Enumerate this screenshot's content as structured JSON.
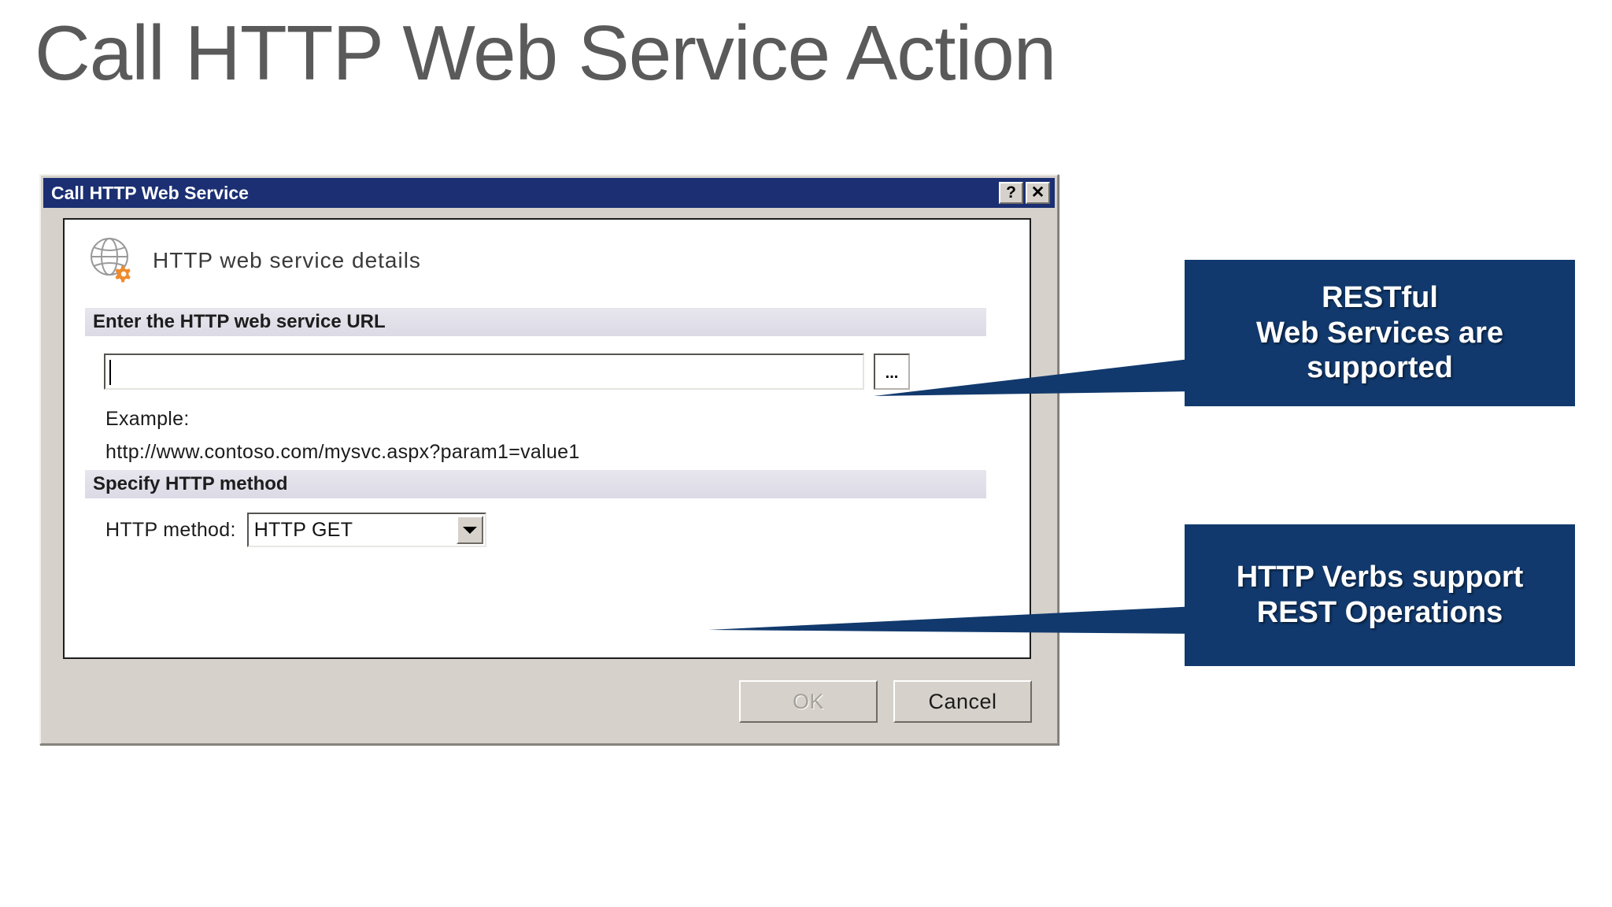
{
  "slide": {
    "title": "Call HTTP Web Service Action",
    "title_color": "#5a5a5a",
    "background": "#ffffff"
  },
  "dialog": {
    "titlebar": {
      "title": "Call HTTP Web Service",
      "background": "#1b2f72",
      "text_color": "#ffffff",
      "buttons": [
        {
          "name": "help",
          "glyph": "?"
        },
        {
          "name": "close",
          "glyph": "✕"
        }
      ]
    },
    "header": {
      "icon": "globe-gear-icon",
      "icon_accent_color": "#ee8b2d",
      "label": "HTTP web service details"
    },
    "sections": [
      {
        "id": "url",
        "title": "Enter the HTTP web service URL",
        "input": {
          "name": "url-input",
          "value": "",
          "placeholder": ""
        },
        "browse_button_label": "...",
        "example_caption": "Example:",
        "example_value": "http://www.contoso.com/mysvc.aspx?param1=value1"
      },
      {
        "id": "method",
        "title": "Specify HTTP method",
        "field_label": "HTTP method:",
        "dropdown": {
          "name": "http-method-select",
          "selected": "HTTP GET"
        }
      }
    ],
    "footer": {
      "ok_label": "OK",
      "ok_enabled": false,
      "cancel_label": "Cancel",
      "cancel_enabled": true
    },
    "chrome_color": "#d6d2cb"
  },
  "callouts": [
    {
      "id": "rest",
      "text": "RESTful\nWeb Services are\nsupported",
      "line1": "RESTful",
      "line2": "Web Services are",
      "line3": "supported",
      "color": "#11396d",
      "points_to": "url-input"
    },
    {
      "id": "verbs",
      "text": "HTTP Verbs support\nREST Operations",
      "line1": "HTTP Verbs support",
      "line2": "REST Operations",
      "color": "#11396d",
      "points_to": "http-method-select"
    }
  ]
}
